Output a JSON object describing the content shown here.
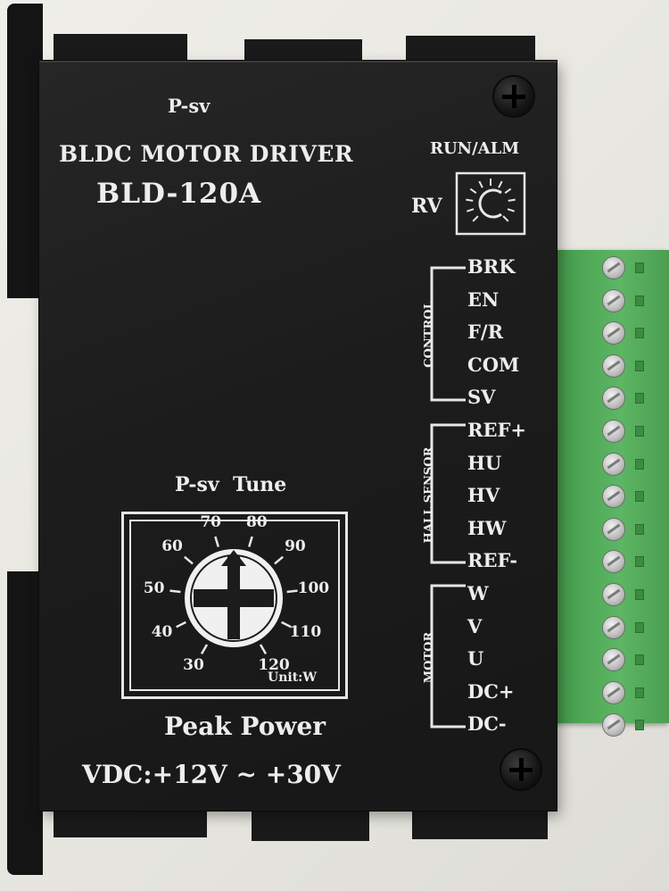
{
  "product": {
    "model_top": "P-sv",
    "title": "BLDC MOTOR DRIVER",
    "model": "BLD-120A",
    "run_alm": "RUN/ALM",
    "rv": "RV"
  },
  "dial": {
    "title": "P-sv  Tune",
    "ticks": [
      "30",
      "40",
      "50",
      "60",
      "70",
      "80",
      "90",
      "100",
      "110",
      "120"
    ],
    "unit": "Unit:W",
    "caption": "Peak Power"
  },
  "voltage": "VDC:+12V ~ +30V",
  "groups": {
    "control": "CONTROL",
    "hall": "HALL SENSOR",
    "motor": "MOTOR"
  },
  "terminals": [
    "BRK",
    "EN",
    "F/R",
    "COM",
    "SV",
    "REF+",
    "HU",
    "HV",
    "HW",
    "REF-",
    "W",
    "V",
    "U",
    "DC+",
    "DC-"
  ],
  "colors": {
    "panel": "#1c1c1c",
    "print": "#ededed",
    "terminal_block": "#4fa856"
  }
}
